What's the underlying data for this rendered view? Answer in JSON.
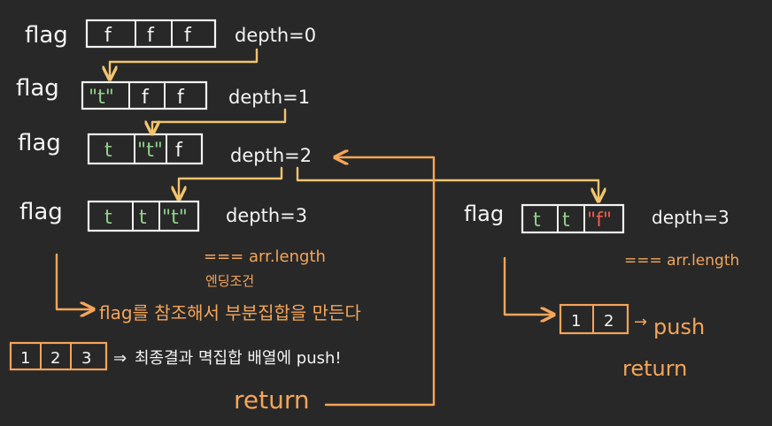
{
  "labels": {
    "flag": "flag",
    "depth0": "depth=0",
    "depth1": "depth=1",
    "depth2": "depth=2",
    "depth3": "depth=3",
    "arr_length": "=== arr.length",
    "ending_condition": "엔딩조건",
    "make_subset": "flag를 참조해서 부분집합을 만든다",
    "push_final": "최종결과 멱집합 배열에 push!",
    "return": "return",
    "push": "push"
  },
  "cells": {
    "t": "t",
    "f": "f",
    "t_quoted": "\"t\"",
    "f_quoted": "\"f\""
  },
  "results": {
    "full": [
      "1",
      "2",
      "3"
    ],
    "partial": [
      "1",
      "2"
    ]
  },
  "colors": {
    "background": "#282828",
    "text": "#f4f4f4",
    "orange": "#f5a55a",
    "green": "#8ed18a",
    "red": "#ef5b4c"
  }
}
